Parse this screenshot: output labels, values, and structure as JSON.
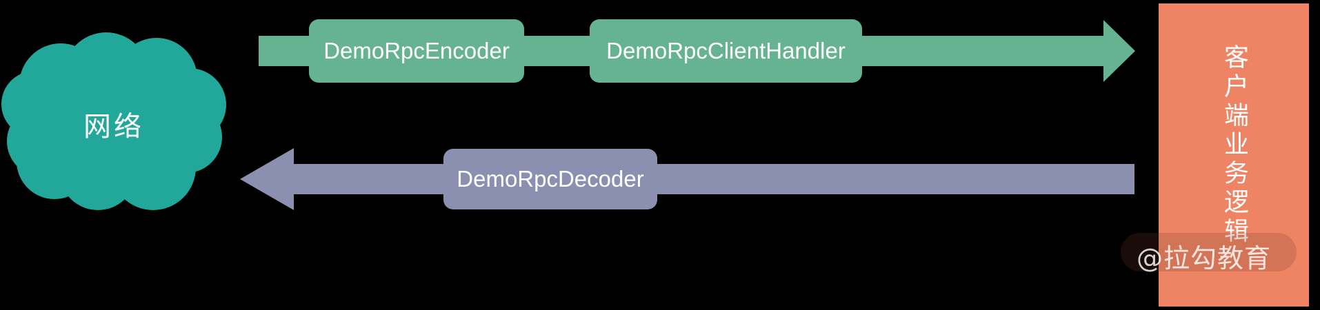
{
  "diagram": {
    "title": "Netty client pipeline data flow",
    "colors": {
      "background": "#000000",
      "cloud": "#22a79b",
      "outbound": "#66b392",
      "inbound": "#8c90b0",
      "panel": "#ef8464",
      "text": "#ffffff"
    },
    "cloud": {
      "label": "网络",
      "icon": "cloud-icon"
    },
    "outbound_flow": {
      "direction": "left-to-right",
      "color": "#66b392",
      "nodes": [
        {
          "label": "DemoRpcEncoder"
        },
        {
          "label": "DemoRpcClientHandler"
        }
      ],
      "arrow_head": "arrow-right-icon"
    },
    "inbound_flow": {
      "direction": "right-to-left",
      "color": "#8c90b0",
      "nodes": [
        {
          "label": "DemoRpcDecoder"
        }
      ],
      "arrow_head": "arrow-left-icon"
    },
    "panel": {
      "label": "客户端业务逻辑"
    },
    "watermark": {
      "text": "@拉勾教育"
    }
  }
}
